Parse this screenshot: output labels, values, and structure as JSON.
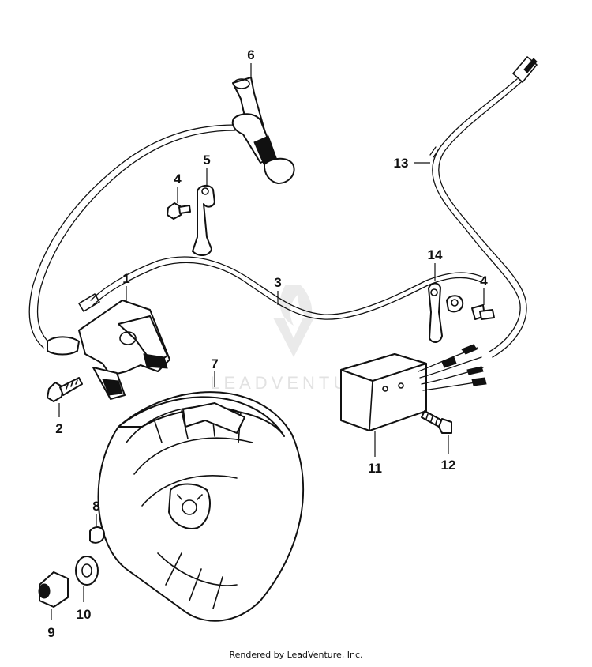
{
  "diagram": {
    "watermark": "LEADVENTURE",
    "footer": "Rendered by LeadVenture, Inc.",
    "callouts": [
      {
        "id": "1",
        "label": "1"
      },
      {
        "id": "2",
        "label": "2"
      },
      {
        "id": "3",
        "label": "3"
      },
      {
        "id": "4a",
        "label": "4"
      },
      {
        "id": "4b",
        "label": "4"
      },
      {
        "id": "5",
        "label": "5"
      },
      {
        "id": "6",
        "label": "6"
      },
      {
        "id": "7",
        "label": "7"
      },
      {
        "id": "8",
        "label": "8"
      },
      {
        "id": "9",
        "label": "9"
      },
      {
        "id": "10",
        "label": "10"
      },
      {
        "id": "11",
        "label": "11"
      },
      {
        "id": "12",
        "label": "12"
      },
      {
        "id": "13",
        "label": "13"
      },
      {
        "id": "14",
        "label": "14"
      }
    ]
  }
}
